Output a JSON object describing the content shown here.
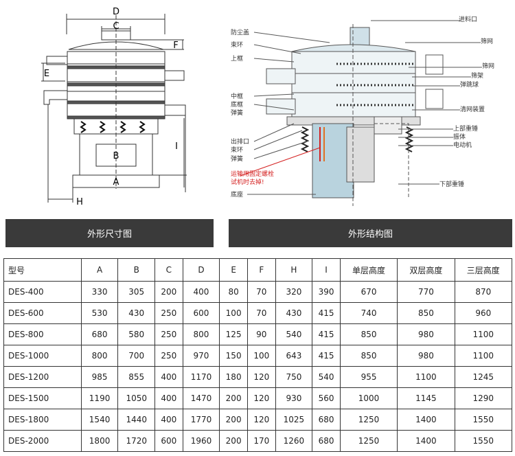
{
  "left_diagram": {
    "labels": {
      "D": "D",
      "C": "C",
      "F": "F",
      "E": "E",
      "B": "B",
      "A": "A",
      "H": "H",
      "I": "I"
    }
  },
  "right_diagram": {
    "labels": [
      "进料口",
      "防尘盖",
      "筛网",
      "束环",
      "上框",
      "筛网",
      "筛架",
      "弹跳球",
      "中框",
      "底框",
      "弹簧",
      "清网装置",
      "出排口",
      "束环",
      "弹簧",
      "上部重锤",
      "振体",
      "电动机",
      "运输用固定螺栓",
      "试机时去掉!",
      "下部重锤",
      "底座"
    ]
  },
  "captions": {
    "left": "外形尺寸图",
    "right": "外形结构图"
  },
  "table": {
    "headers": [
      "型号",
      "A",
      "B",
      "C",
      "D",
      "E",
      "F",
      "H",
      "I",
      "单层高度",
      "双层高度",
      "三层高度"
    ],
    "rows": [
      [
        "DES-400",
        "330",
        "305",
        "200",
        "400",
        "80",
        "70",
        "320",
        "390",
        "670",
        "770",
        "870"
      ],
      [
        "DES-600",
        "530",
        "430",
        "250",
        "600",
        "100",
        "70",
        "430",
        "415",
        "740",
        "850",
        "960"
      ],
      [
        "DES-800",
        "680",
        "580",
        "250",
        "800",
        "125",
        "90",
        "540",
        "415",
        "850",
        "980",
        "1100"
      ],
      [
        "DES-1000",
        "800",
        "700",
        "250",
        "970",
        "150",
        "100",
        "643",
        "415",
        "850",
        "980",
        "1100"
      ],
      [
        "DES-1200",
        "985",
        "855",
        "400",
        "1170",
        "180",
        "120",
        "750",
        "540",
        "955",
        "1100",
        "1245"
      ],
      [
        "DES-1500",
        "1190",
        "1050",
        "400",
        "1470",
        "200",
        "120",
        "930",
        "560",
        "1000",
        "1145",
        "1290"
      ],
      [
        "DES-1800",
        "1540",
        "1440",
        "400",
        "1770",
        "200",
        "120",
        "1025",
        "680",
        "1250",
        "1400",
        "1550"
      ],
      [
        "DES-2000",
        "1800",
        "1720",
        "600",
        "1960",
        "200",
        "170",
        "1260",
        "680",
        "1250",
        "1400",
        "1550"
      ]
    ]
  },
  "colors": {
    "banner": "#3a3a3a",
    "accent_red": "#d42020",
    "cylinder_blue": "#b9d3de"
  }
}
